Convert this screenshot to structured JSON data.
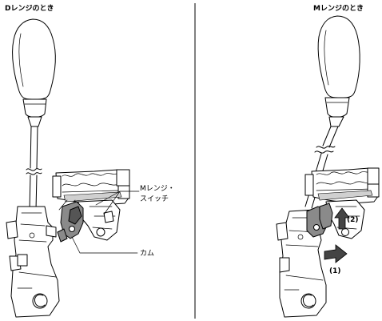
{
  "panels": {
    "left": {
      "title": "Dレンジのとき"
    },
    "right": {
      "title": "Mレンジのとき"
    }
  },
  "labels": {
    "switch_line1": "Mレンジ・",
    "switch_line2": "スイッチ",
    "cam": "カム",
    "arrow1": "(1)",
    "arrow2": "(2)"
  },
  "colors": {
    "line": "#000000",
    "part_gray": "#8a8a8a",
    "arrow_dark": "#444444"
  }
}
